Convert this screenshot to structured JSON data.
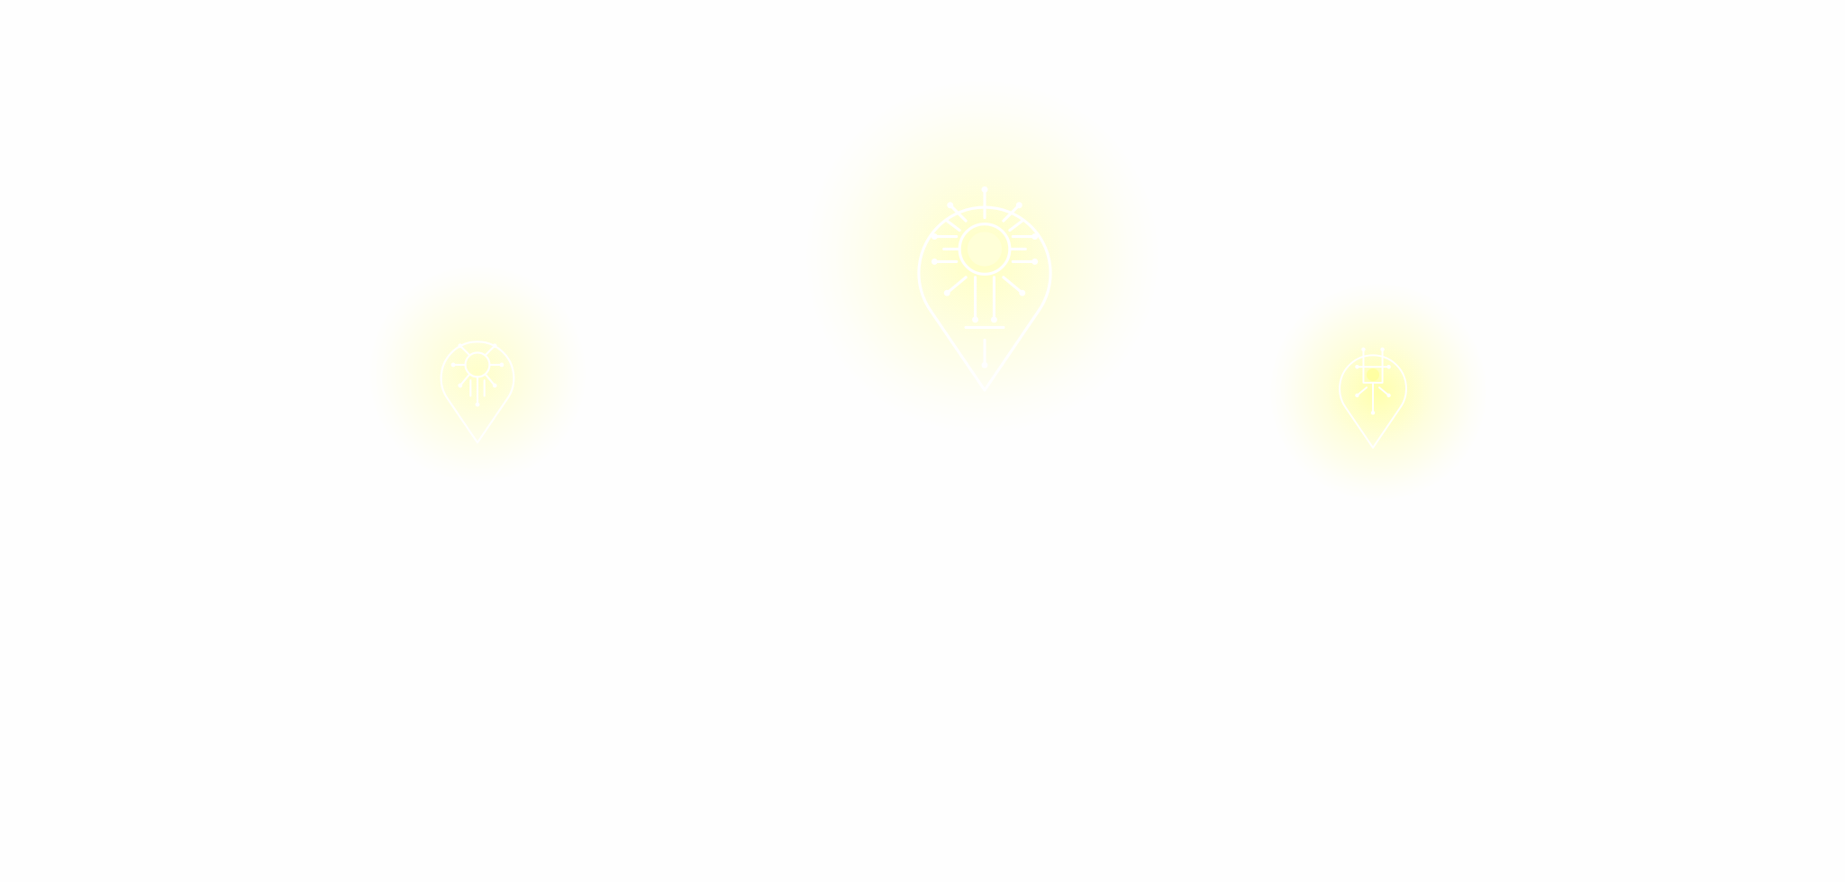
{
  "scene": {
    "background_color": "#fefefe",
    "glow_color": "#ffffc0",
    "icon_color": "#ffffff",
    "markers": [
      {
        "name": "glowing-location-pin-left",
        "icon": "circuit-location-pin-icon",
        "size": "small"
      },
      {
        "name": "glowing-location-pin-center",
        "icon": "circuit-location-pin-icon",
        "size": "large"
      },
      {
        "name": "glowing-location-pin-right",
        "icon": "circuit-location-pin-icon",
        "size": "small"
      }
    ]
  }
}
